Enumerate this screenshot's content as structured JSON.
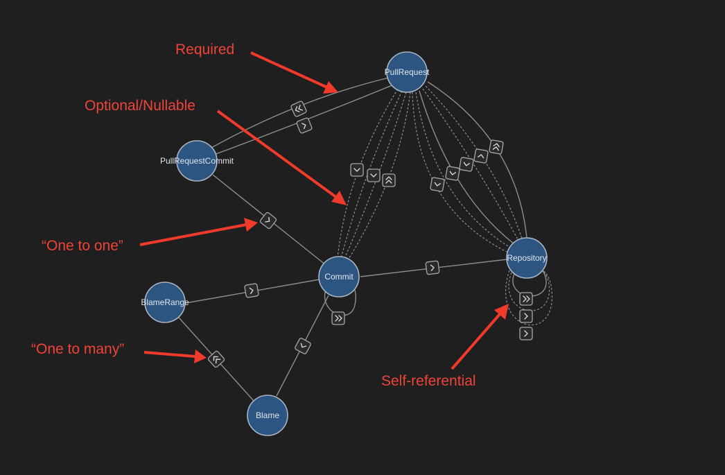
{
  "nodes": {
    "pullrequest": "PullRequest",
    "pullrequestcommit": "PullRequestCommit",
    "commit": "Commit",
    "repository": "Repository",
    "blamerange": "BlameRange",
    "blame": "Blame"
  },
  "annotations": {
    "required": "Required",
    "optional": "Optional/Nullable",
    "one_to_one": "“One to one”",
    "one_to_many": "“One to many”",
    "self_referential": "Self-referential"
  },
  "colors": {
    "background": "#1f1f1f",
    "node_fill": "#2d5582",
    "node_stroke": "#a9b6c4",
    "annotation": "#f0433a"
  }
}
